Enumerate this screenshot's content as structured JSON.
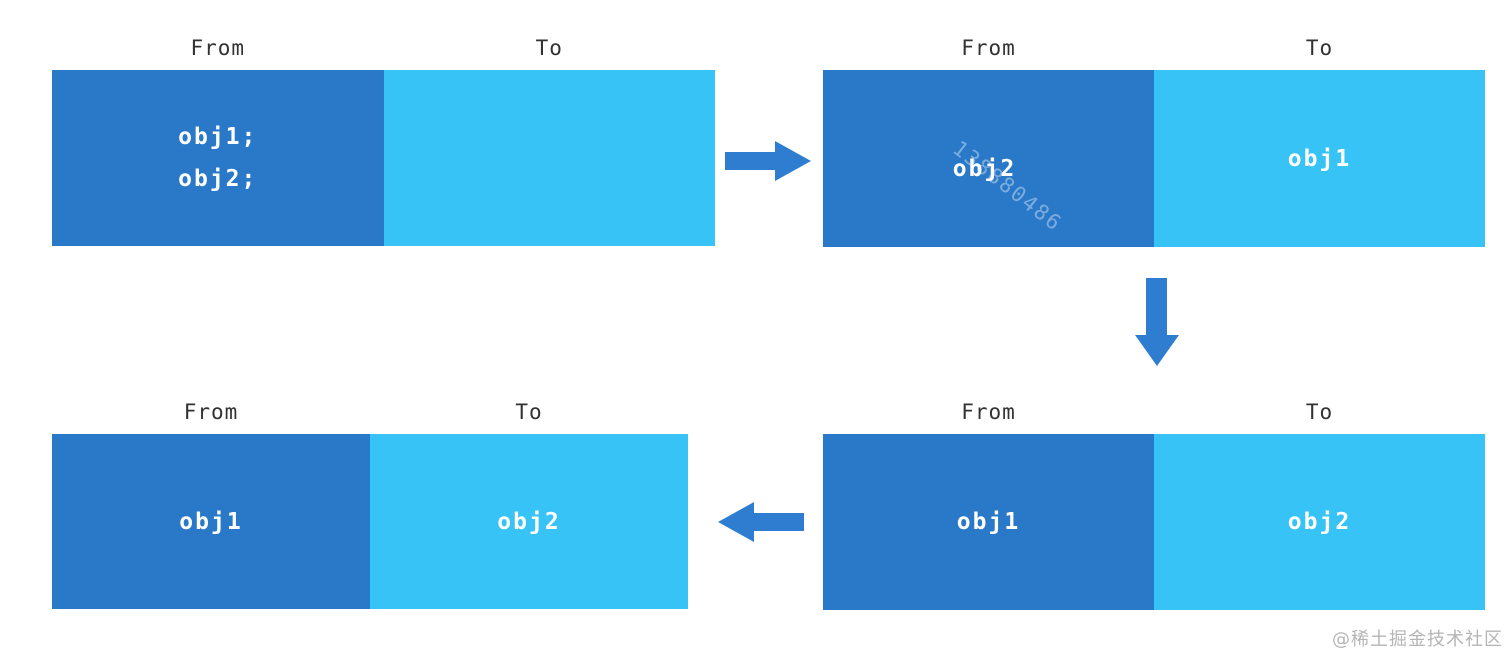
{
  "diagram": {
    "title_meaning": "object copy between From and To regions",
    "colors": {
      "from_fill": "#2979c8",
      "to_fill": "#38c3f7",
      "arrow": "#2e7dd1",
      "label_text": "#323232",
      "box_text": "#ffffff",
      "footer_text": "#b5b5b5"
    },
    "panels": [
      {
        "id": "top-left",
        "from_label": "From",
        "to_label": "To",
        "from_lines": [
          "obj1;",
          "obj2;"
        ],
        "to_lines": []
      },
      {
        "id": "top-right",
        "from_label": "From",
        "to_label": "To",
        "from_lines": [
          "obj2"
        ],
        "to_lines": [
          "obj1"
        ],
        "id_watermark": "138880486"
      },
      {
        "id": "bottom-left",
        "from_label": "From",
        "to_label": "To",
        "from_lines": [
          "obj1"
        ],
        "to_lines": [
          "obj2"
        ]
      },
      {
        "id": "bottom-right",
        "from_label": "From",
        "to_label": "To",
        "from_lines": [
          "obj1"
        ],
        "to_lines": [
          "obj2"
        ]
      }
    ],
    "arrows": [
      {
        "id": "arrow-right",
        "direction": "right"
      },
      {
        "id": "arrow-down",
        "direction": "down"
      },
      {
        "id": "arrow-left",
        "direction": "left"
      }
    ],
    "footer_watermark": "@稀土掘金技术社区"
  }
}
